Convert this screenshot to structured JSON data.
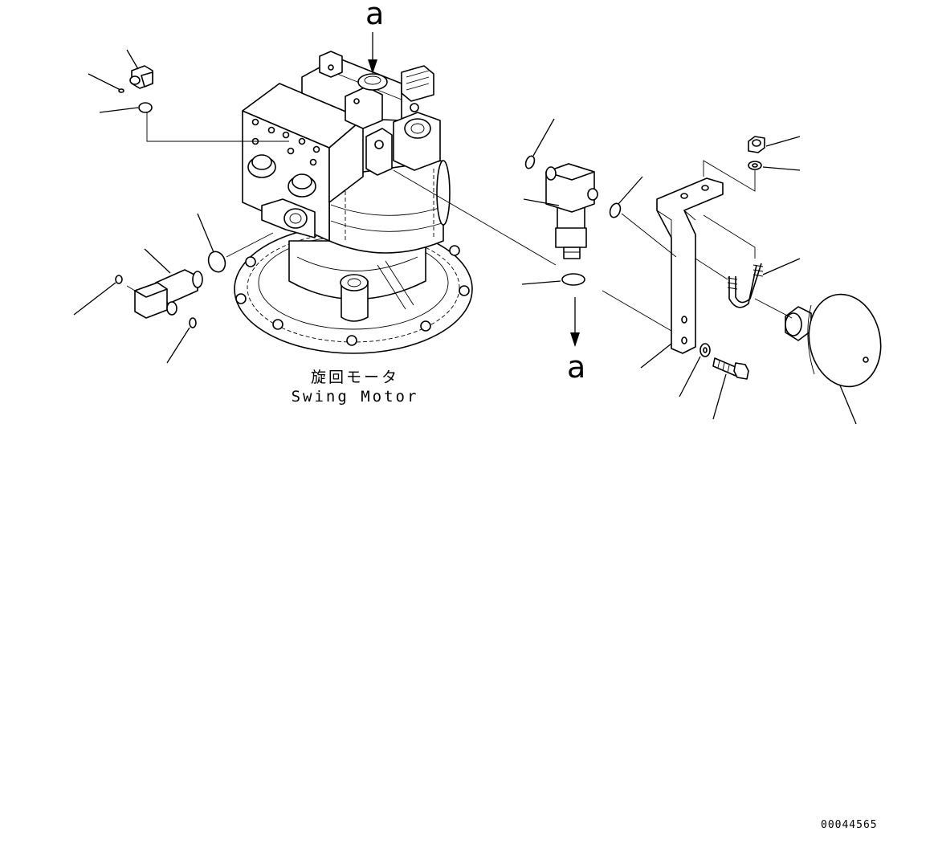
{
  "view_marker_top": "a",
  "view_marker_bottom": "a",
  "swing_motor": {
    "label_jp": "旋回モータ",
    "label_en": "Swing Motor"
  },
  "document_number": "00044565"
}
